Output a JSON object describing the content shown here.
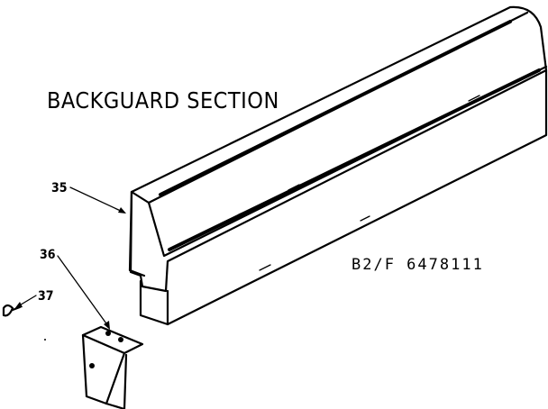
{
  "diagram": {
    "title": "BACKGUARD SECTION",
    "part_code": "B2/F 6478111",
    "callouts": [
      {
        "label": "35"
      },
      {
        "label": "36"
      },
      {
        "label": "37"
      }
    ]
  }
}
